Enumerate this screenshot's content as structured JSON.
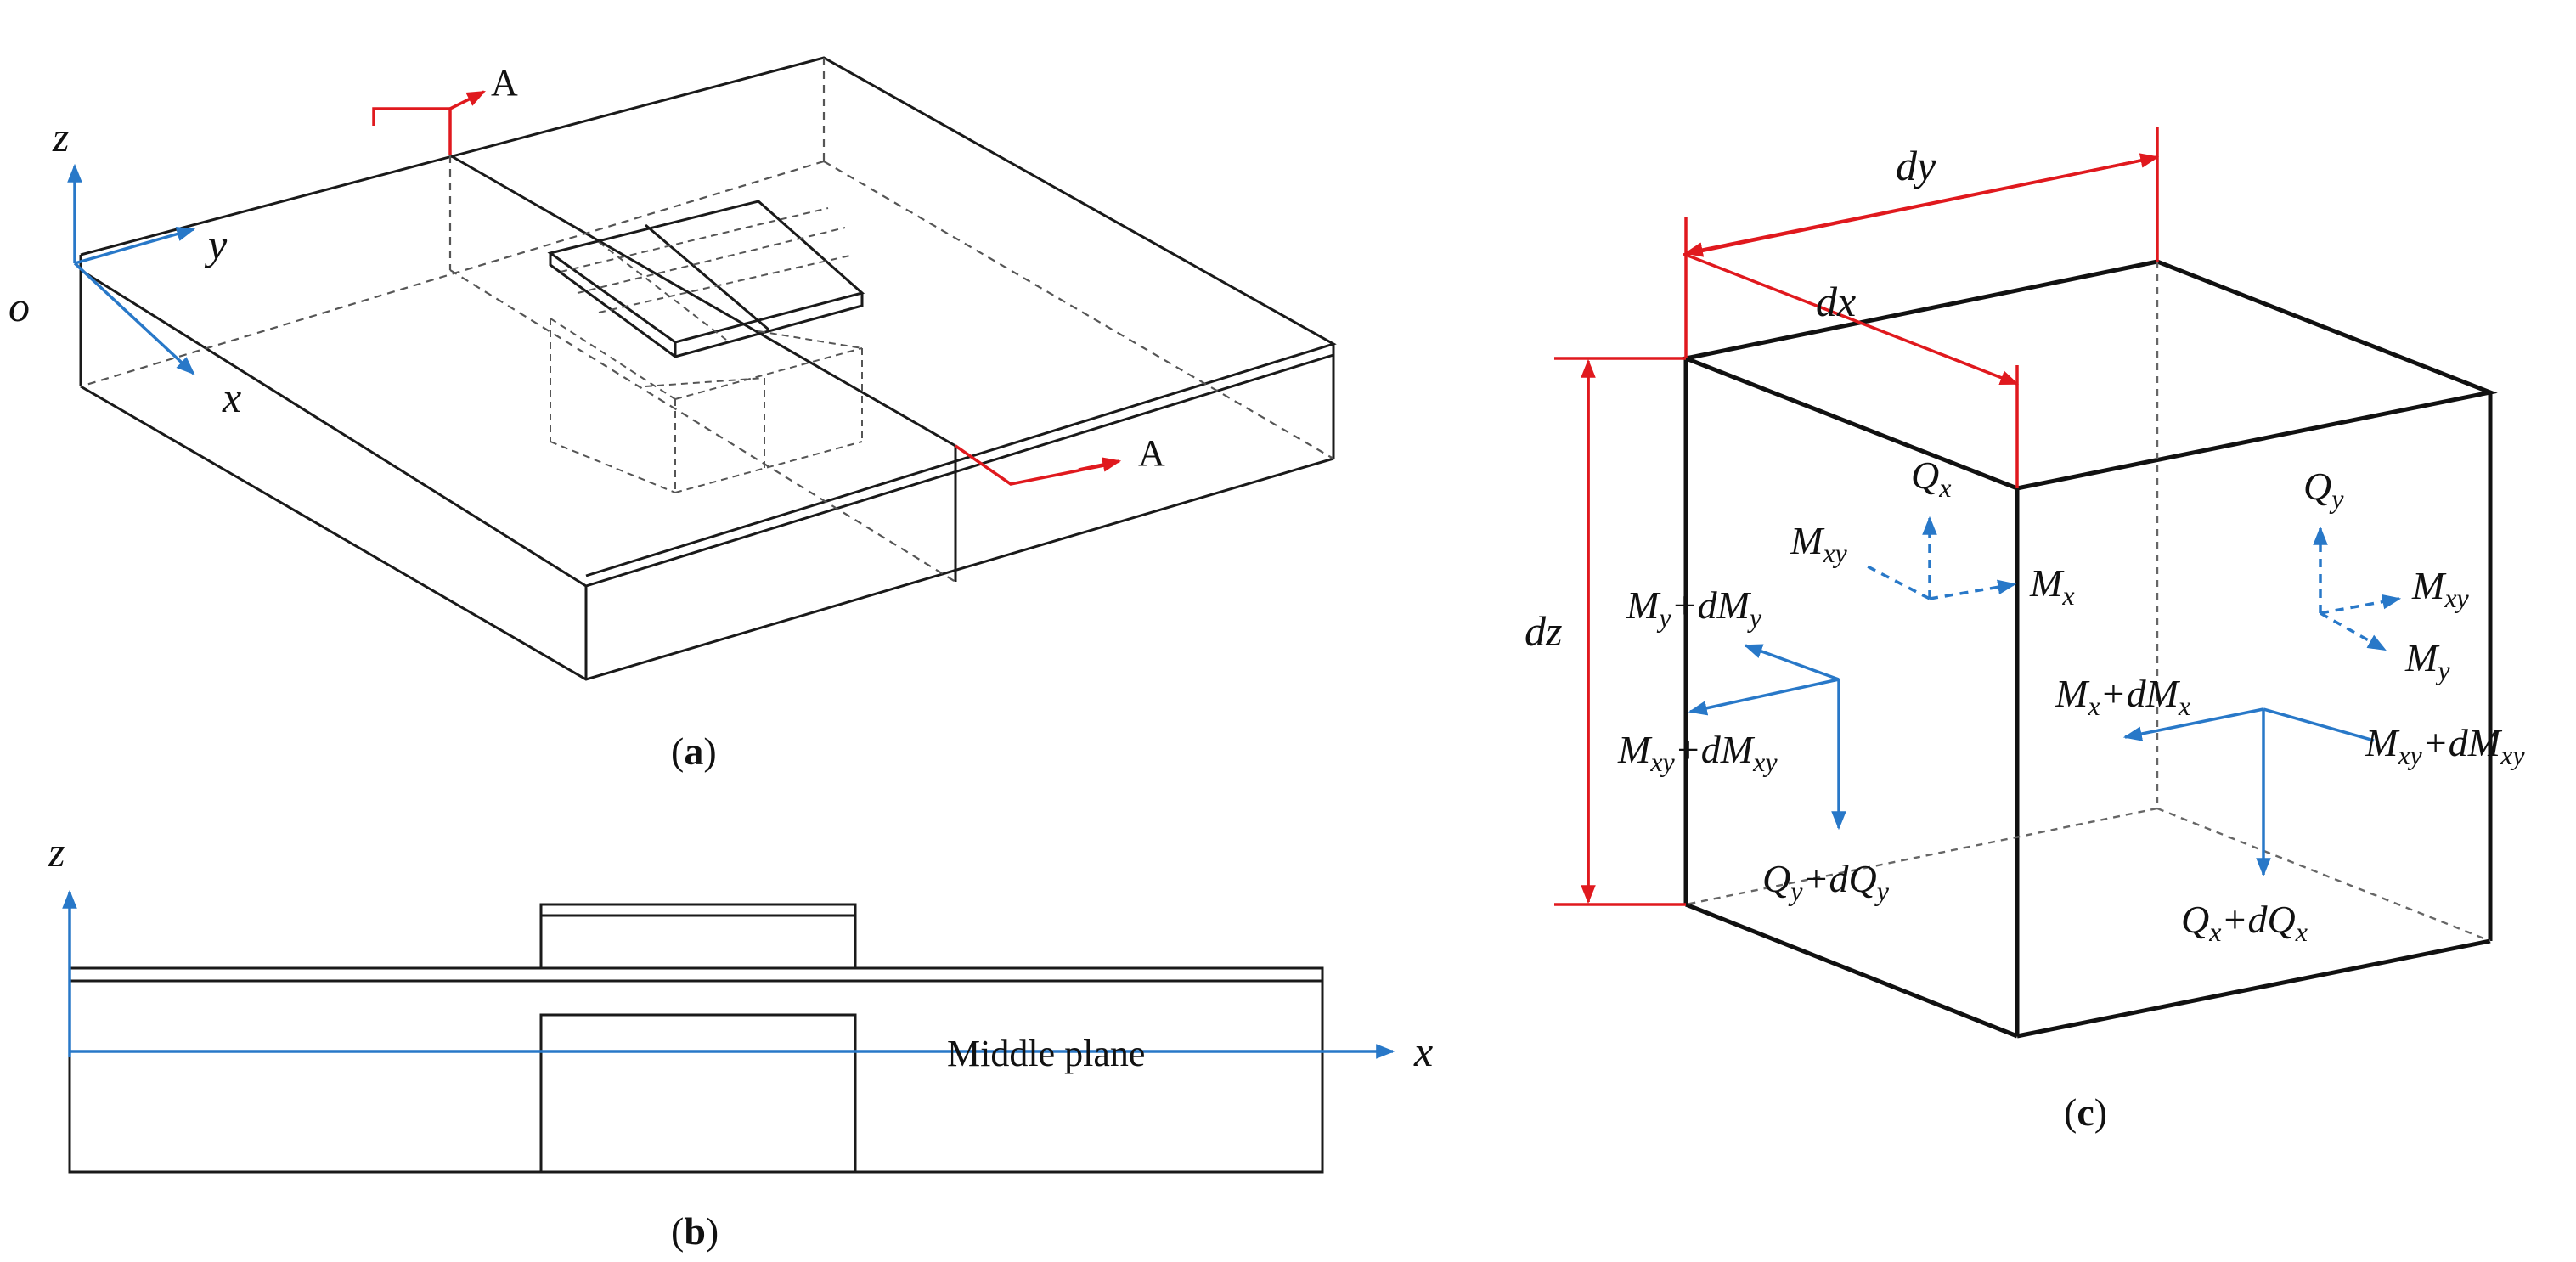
{
  "colors": {
    "axis": "#2878c8",
    "section": "#e0191e",
    "line": "#1a1a1a",
    "hidden": "#555555"
  },
  "panel_a": {
    "caption_open": "(",
    "caption_letter": "a",
    "caption_close": ")",
    "axis_z": "z",
    "axis_y": "y",
    "axis_x": "x",
    "origin": "o",
    "section_label_top": "A",
    "section_label_bottom": "A"
  },
  "panel_b": {
    "caption_open": "(",
    "caption_letter": "b",
    "caption_close": ")",
    "axis_z": "z",
    "axis_x": "x",
    "middle_plane": "Middle plane"
  },
  "panel_c": {
    "caption_open": "(",
    "caption_letter": "c",
    "caption_close": ")",
    "dim_dy": "dy",
    "dim_dx": "dx",
    "dim_dz": "dz",
    "front": {
      "qx": {
        "base": "Q",
        "sub": "x"
      },
      "mxy": {
        "base": "M",
        "sub": "xy"
      },
      "mx": {
        "base": "M",
        "sub": "x"
      }
    },
    "left": {
      "my_dmy": {
        "b1": "M",
        "s1": "y",
        "mid": "+d",
        "b2": "M",
        "s2": "y"
      },
      "mxy_dmxy": {
        "b1": "M",
        "s1": "xy",
        "mid": "+d",
        "b2": "M",
        "s2": "xy"
      },
      "qy_dqy": {
        "b1": "Q",
        "s1": "y",
        "mid": "+d",
        "b2": "Q",
        "s2": "y"
      }
    },
    "right": {
      "qy": {
        "base": "Q",
        "sub": "y"
      },
      "mxy": {
        "base": "M",
        "sub": "xy"
      },
      "my": {
        "base": "M",
        "sub": "y"
      }
    },
    "back": {
      "mx_dmx": {
        "b1": "M",
        "s1": "x",
        "mid": "+d",
        "b2": "M",
        "s2": "x"
      },
      "mxy_dmxy": {
        "b1": "M",
        "s1": "xy",
        "mid": "+d",
        "b2": "M",
        "s2": "xy"
      },
      "qx_dqx": {
        "b1": "Q",
        "s1": "x",
        "mid": "+d",
        "b2": "Q",
        "s2": "x"
      }
    }
  }
}
